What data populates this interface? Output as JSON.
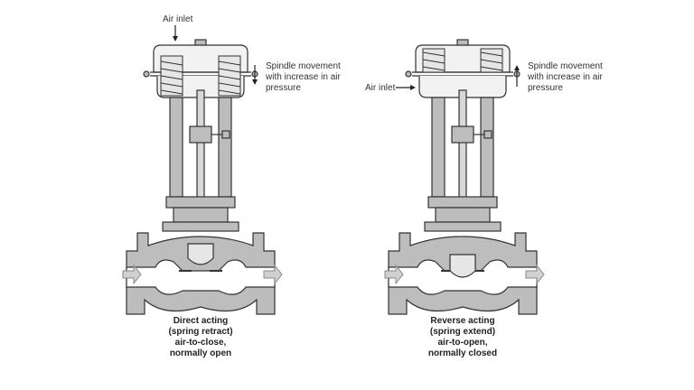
{
  "direct": {
    "air_inlet": "Air inlet",
    "spindle": "Spindle movement\nwith increase in air\npressure",
    "caption": "Direct acting\n(spring retract)\nair-to-close,\nnormally open"
  },
  "reverse": {
    "air_inlet": "Air inlet",
    "spindle": "Spindle movement\nwith increase in air\npressure",
    "caption": "Reverse acting\n(spring extend)\nair-to-open,\nnormally closed"
  },
  "colors": {
    "body": "#bdbdbd",
    "line": "#333333",
    "arrow": "#d0d0d0"
  }
}
